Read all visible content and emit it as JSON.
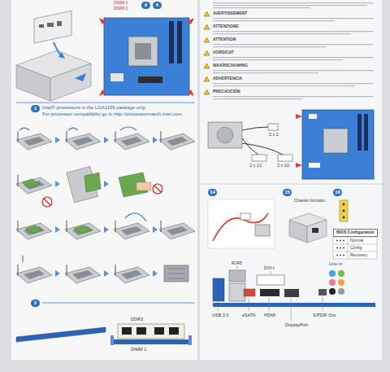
{
  "diagram": {
    "nodes": [
      {
        "text": [
          "BIOS Configuration"
        ]
      }
    ],
    "labels": [
      "DIMM 1",
      "DIMM 2",
      "9",
      "6",
      "1",
      "Intel® processors in the LGA1155 package only.",
      "For processor compatibility go to http://processormatch.intel.com.",
      "2",
      "DDR3",
      "DIMM 1",
      "AVERTISSEMENT",
      "ATTENZIONE",
      "ATTENTION",
      "VORSICHT",
      "WAARSCHUWING",
      "ADVERTENCIA",
      "PRECAUCIÓN",
      "2 x 2",
      "2 x 12",
      "2 x 10",
      "14",
      "15",
      "16",
      "Chassis Intrusion",
      "Normal",
      "Config",
      "Recovery",
      "RJ45",
      "DVI-I",
      "Line in",
      "USB 3.0",
      "eSATA",
      "HDMI",
      "DisplayPort",
      "S/PDIF Out"
    ]
  }
}
